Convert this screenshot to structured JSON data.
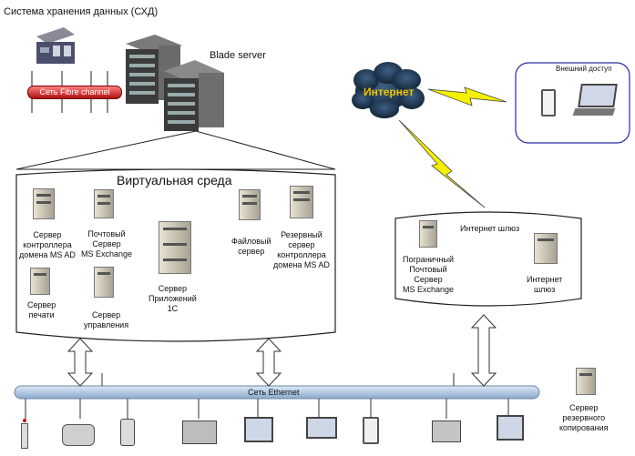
{
  "diagram": {
    "title": "Система хранения данных (СХД)",
    "blade_label": "Blade server",
    "fibre_label": "Сеть Fibre channel",
    "virtual_label": "Виртуальная среда",
    "internet_label": "Интернет",
    "external_label": "Внешний доступ",
    "gateway_group_label": "Интернет шлюз",
    "ethernet_label": "Сеть Ethernet",
    "virtual_servers": [
      {
        "name": "dc-server",
        "label": "Сервер\nконтроллера\nдомена MS AD"
      },
      {
        "name": "mail-server",
        "label": "Почтовый\nСервер\nMS Exchange"
      },
      {
        "name": "app-server",
        "label": "Сервер\nПриложений\n1С"
      },
      {
        "name": "file-server",
        "label": "Файловый\nсервер"
      },
      {
        "name": "backup-dc-server",
        "label": "Резервный\nсервер\nконтроллера\nдомена MS AD"
      },
      {
        "name": "print-server",
        "label": "Сервер\nпечати"
      },
      {
        "name": "mgmt-server",
        "label": "Сервер\nуправления"
      }
    ],
    "gateway_servers": [
      {
        "name": "edge-mail-server",
        "label": "Пограничный\nПочтовый\nСервер\nMS Exchange"
      },
      {
        "name": "internet-gateway",
        "label": "Интернет\nшлюз"
      }
    ],
    "backup_server_label": "Сервер\nрезервного\nкопирования",
    "colors": {
      "fibre": "#d6252a",
      "ethernet": "#b9cfe6",
      "cloud": "#1e3550",
      "cloud_text": "#f0c300",
      "lightning": "#f5f000",
      "external_border": "#2a2aa0"
    }
  }
}
